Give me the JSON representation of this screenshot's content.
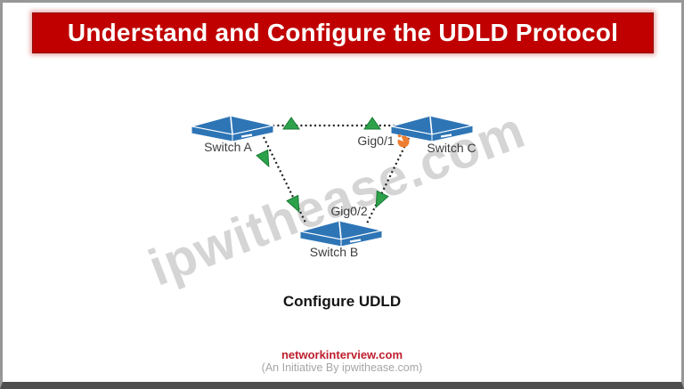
{
  "banner": {
    "title": "Understand and Configure the UDLD Protocol",
    "bg_color": "#C00000",
    "text_color": "#FFFFFF"
  },
  "diagram": {
    "nodes": [
      {
        "id": "switch-a",
        "label": "Switch A"
      },
      {
        "id": "switch-b",
        "label": "Switch B"
      },
      {
        "id": "switch-c",
        "label": "Switch C"
      }
    ],
    "port_labels": [
      {
        "id": "gig0-1",
        "label": "Gig0/1"
      },
      {
        "id": "gig0-2",
        "label": "Gig0/2"
      }
    ],
    "caption": "Configure UDLD",
    "watermark": "ipwithease.com",
    "colors": {
      "switch_blue": "#2E75B6",
      "arrow_green": "#2EA14B",
      "alert_orange": "#ED7D31",
      "line_black": "#1F1F1F"
    }
  },
  "footer": {
    "site": "networkinterview.com",
    "note": "(An Initiative By ipwithease.com)",
    "site_color": "#BE1E2D",
    "note_color": "#A6A6A6"
  }
}
